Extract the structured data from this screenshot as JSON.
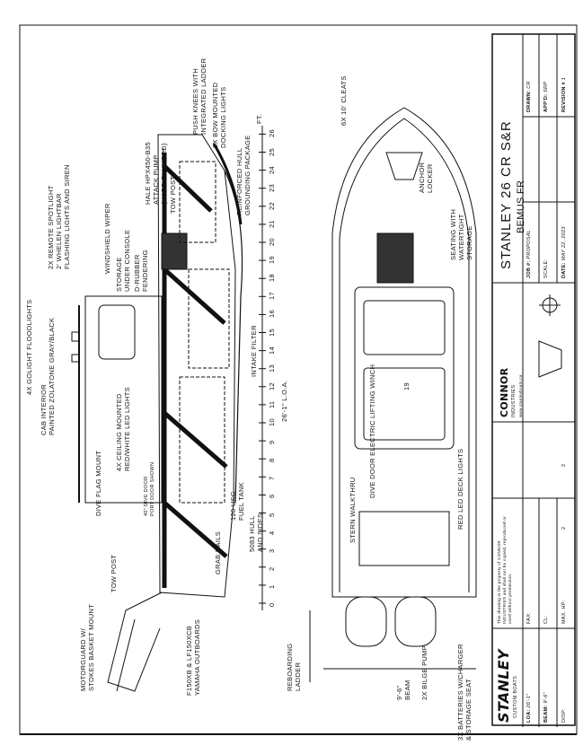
{
  "title_block": {
    "project": "STANLEY 26 CR S&R",
    "client": "BEMUS FR",
    "job_label": "JOB #:",
    "job_value": "PROPOSAL",
    "scale_label": "SCALE:",
    "scale_value": "",
    "date_label": "DATE:",
    "date_value": "MAY 22, 2023",
    "drawn_label": "DRAWN:",
    "drawn_value": "CR",
    "appd_label": "APP'D:",
    "appd_value": "SRP",
    "revision_label": "REVISION #",
    "revision_value": "1",
    "company": "CONNOR",
    "company_sub": "INDUSTRIES",
    "website": "www.stanleyboats.ca",
    "notice": "This drawing is the property of CONNOR INDUSTRIES and shall not be copied, reproduced or used without permission.",
    "fax_label": "FAX:",
    "cl_label": "CL:",
    "max_hp_label": "MAX. HP:",
    "brand": "STANLEY",
    "brand_sub": "CUSTOM BOATS",
    "loa_label": "LOA:",
    "loa_value": "26'-1\"",
    "beam_label": "BEAM:",
    "beam_value": "9'-6\"",
    "disp_label": "DISP:"
  },
  "profile_labels": {
    "spotlight": [
      "2x REMOTE SPOTLIGHT",
      "2' WHELEN LIGHTBAR",
      "FLASHING LIGHTS AND SIREN"
    ],
    "floodlights": "4x GOLIGHT FLOODLIGHTS",
    "cab_interior": [
      "CAB INTERIOR",
      "PAINTED ZOLATONE GRAY/BLACK"
    ],
    "wiper": "WINDSHIELD WIPER",
    "storage": [
      "STORAGE",
      "UNDER CONSOLE"
    ],
    "fendering": [
      "D-RUBBER",
      "FENDERING"
    ],
    "pump": [
      "HALE HPX450-B35",
      "ATTACK PUMP",
      "(HARD PLUMBED)"
    ],
    "tow_post_bow": "TOW POST",
    "push_knees": [
      "PUSH KNEES WITH",
      "INTEGRATED LADDER"
    ],
    "docking_lights": [
      "2x BOW MOUNTED",
      "DOCKING LIGHTS"
    ],
    "grounding": [
      "REINFORCED HULL",
      "GROUNDING PACKAGE"
    ],
    "dive_flag": "DIVE FLAG MOUNT",
    "ceiling_lights": [
      "4x CEILING MOUNTED",
      "RED/WHITE LED LIGHTS"
    ],
    "dive_door": [
      "40\" DIVE DOOR",
      "PORT DOOR SHOWN"
    ],
    "tow_post_stern": "TOW POST",
    "grab_rails": "GRAB RAILS",
    "fuel_tank": [
      "120 USG",
      "FUEL TANK"
    ],
    "hull": [
      "5083 HULL",
      "AND SIDES"
    ],
    "motorguard": [
      "MOTORGUARD W/",
      "STOKES BASKET MOUNT"
    ],
    "outboards": [
      "F150XB & LF150XCB",
      "YAMAHA OUTBOARDS"
    ],
    "intake": "INTAKE FILTER",
    "loa": "26'-1\" L.O.A.",
    "ft": "FT.",
    "ruler": [
      "0",
      "1",
      "2",
      "3",
      "4",
      "5",
      "6",
      "7",
      "8",
      "9",
      "10",
      "11",
      "12",
      "13",
      "14",
      "15",
      "16",
      "17",
      "18",
      "19",
      "20",
      "21",
      "22",
      "23",
      "24",
      "25",
      "26"
    ]
  },
  "plan_labels": {
    "cleats": "6x 10' CLEATS",
    "anchor": [
      "ANCHOR",
      "LOCKER"
    ],
    "seating": [
      "SEATING WITH",
      "WATERTIGHT",
      "STORAGE"
    ],
    "deck_lights": "RED LED DECK LIGHTS",
    "winch": "DIVE DOOR ELECTRIC LIFTING WINCH",
    "stern_walk": "STERN WALKTHRU",
    "reboarding": [
      "REBOARDING",
      "LADDER"
    ],
    "bilge": "2x BILGE PUMP",
    "batteries": [
      "3x BATTERIES W/CHARGER",
      "& STORAGE SEAT"
    ],
    "beam": [
      "9'-6\"",
      "BEAM"
    ],
    "helm_mark": "19"
  },
  "frame_marks": [
    "2",
    "2"
  ]
}
